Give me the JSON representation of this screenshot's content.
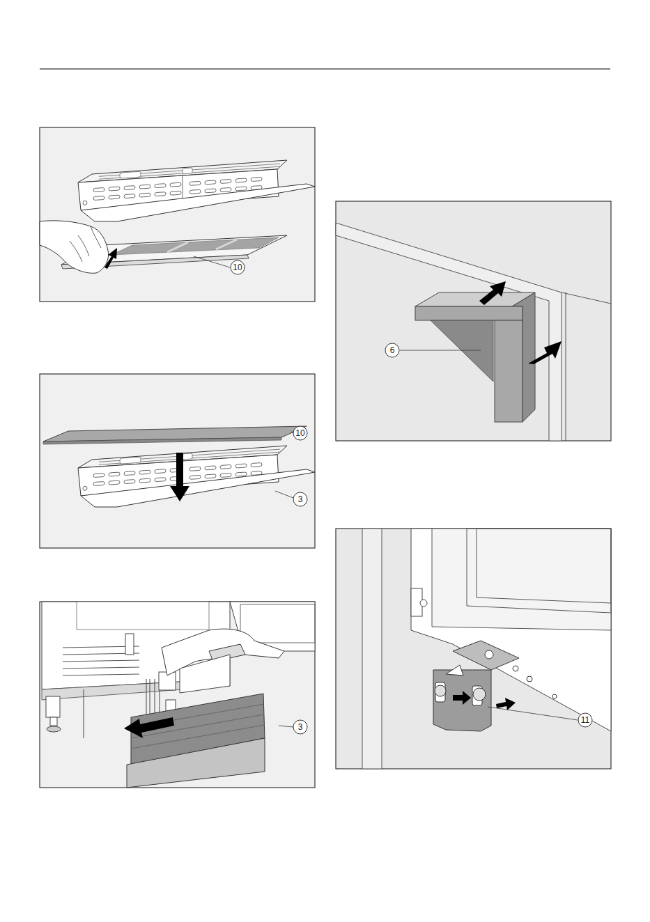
{
  "diagram": {
    "labels": [
      "10",
      "10",
      "3",
      "3",
      "6",
      "11"
    ]
  }
}
